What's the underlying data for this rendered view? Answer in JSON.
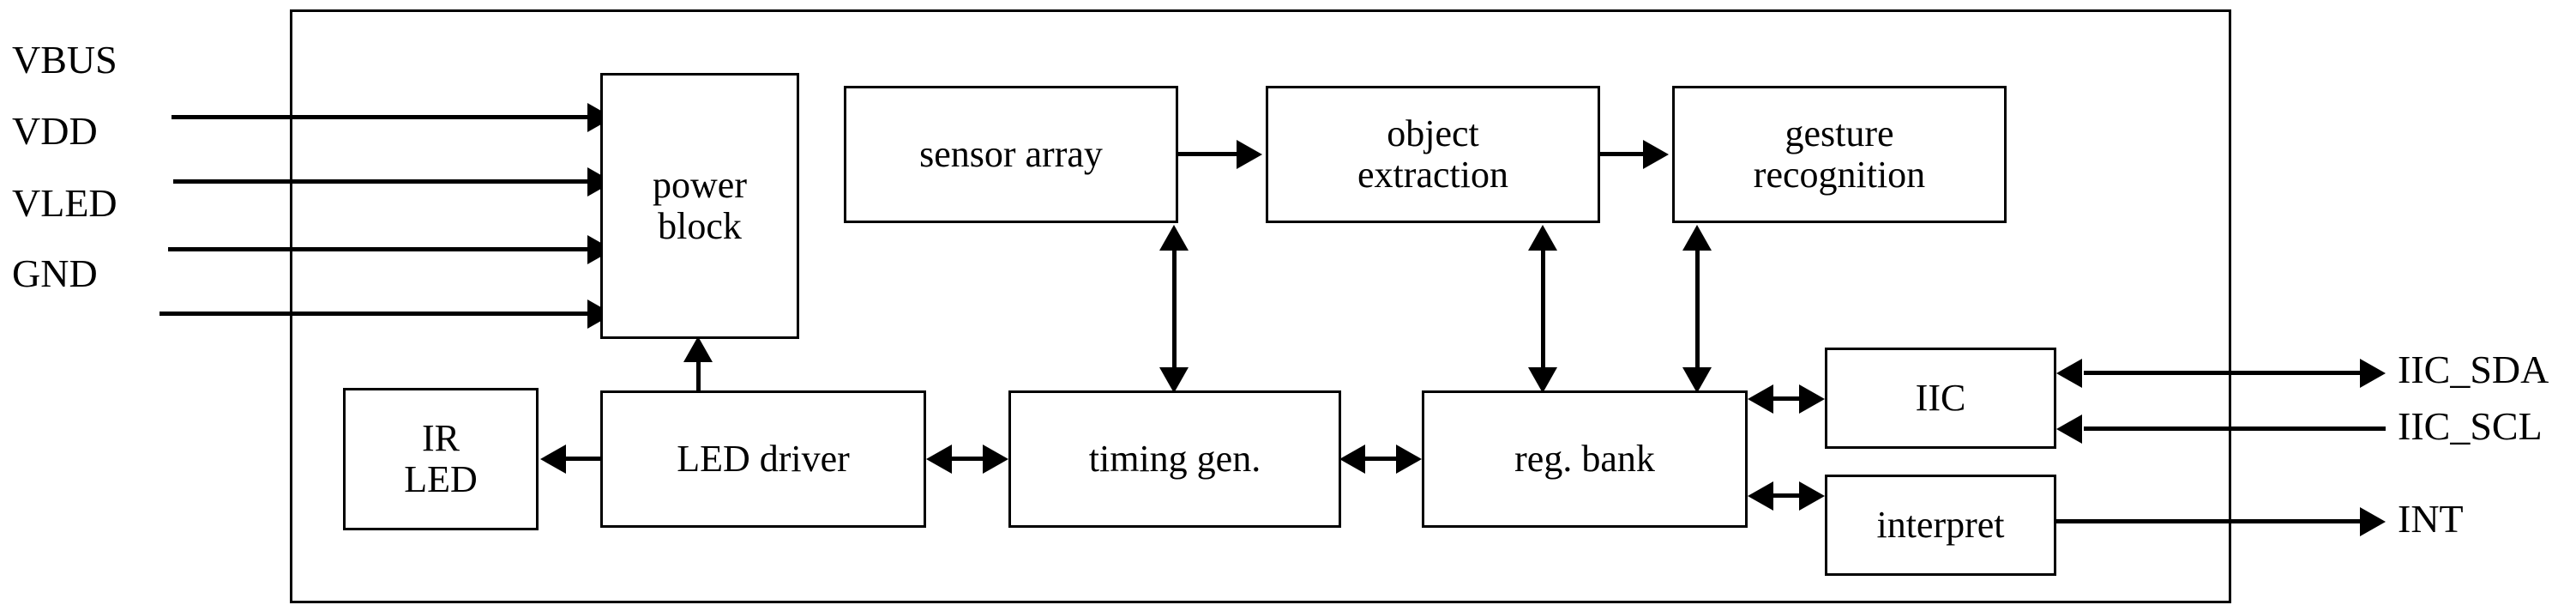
{
  "diagram": {
    "title": "gesture sensor chip block diagram",
    "background": "#ffffff",
    "line_color": "#000000"
  },
  "left_pins": [
    {
      "label": "VBUS",
      "direction": "in"
    },
    {
      "label": "VDD",
      "direction": "in"
    },
    {
      "label": "VLED",
      "direction": "in"
    },
    {
      "label": "GND",
      "direction": "in"
    }
  ],
  "right_pins": [
    {
      "label": "IIC_SDA",
      "direction": "bidirectional"
    },
    {
      "label": "IIC_SCL",
      "direction": "in"
    },
    {
      "label": "INT",
      "direction": "out"
    }
  ],
  "blocks": [
    {
      "id": "power_block",
      "label": "power\nblock"
    },
    {
      "id": "sensor_array",
      "label": "sensor array"
    },
    {
      "id": "object_extraction",
      "label": "object\nextraction"
    },
    {
      "id": "gesture_recognition",
      "label": "gesture\nrecognition"
    },
    {
      "id": "ir_led",
      "label": "IR\nLED"
    },
    {
      "id": "led_driver",
      "label": "LED driver"
    },
    {
      "id": "timing_gen",
      "label": "timing gen."
    },
    {
      "id": "reg_bank",
      "label": "reg. bank"
    },
    {
      "id": "iic",
      "label": "IIC"
    },
    {
      "id": "interpret",
      "label": "interpret"
    }
  ],
  "connections": [
    {
      "from": "VBUS",
      "to": "power_block",
      "type": "arrow-right"
    },
    {
      "from": "VDD",
      "to": "power_block",
      "type": "arrow-right"
    },
    {
      "from": "VLED",
      "to": "power_block",
      "type": "arrow-right"
    },
    {
      "from": "GND",
      "to": "power_block",
      "type": "arrow-right"
    },
    {
      "from": "led_driver",
      "to": "power_block",
      "type": "arrow-up"
    },
    {
      "from": "sensor_array",
      "to": "object_extraction",
      "type": "arrow-right"
    },
    {
      "from": "object_extraction",
      "to": "gesture_recognition",
      "type": "arrow-right"
    },
    {
      "from": "sensor_array",
      "to": "timing_gen",
      "type": "double-vertical"
    },
    {
      "from": "object_extraction",
      "to": "reg_bank",
      "type": "double-vertical"
    },
    {
      "from": "gesture_recognition",
      "to": "reg_bank",
      "type": "double-vertical"
    },
    {
      "from": "led_driver",
      "to": "ir_led",
      "type": "arrow-left"
    },
    {
      "from": "led_driver",
      "to": "timing_gen",
      "type": "double-horizontal"
    },
    {
      "from": "timing_gen",
      "to": "reg_bank",
      "type": "double-horizontal"
    },
    {
      "from": "reg_bank",
      "to": "iic",
      "type": "double-horizontal"
    },
    {
      "from": "reg_bank",
      "to": "interpret",
      "type": "double-horizontal"
    },
    {
      "from": "IIC_SDA",
      "to": "iic",
      "type": "arrow-left"
    },
    {
      "from": "IIC_SCL",
      "to": "iic",
      "type": "arrow-left"
    },
    {
      "from": "interpret",
      "to": "INT",
      "type": "arrow-right"
    }
  ]
}
